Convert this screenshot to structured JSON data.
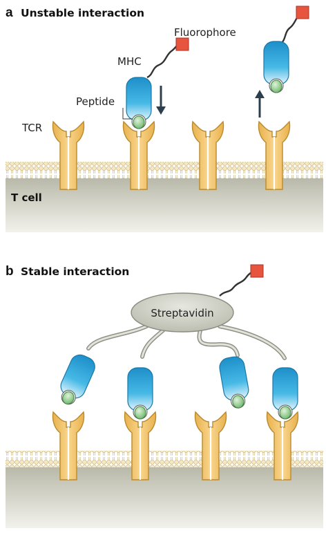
{
  "panel_a": {
    "letter": "a",
    "title": "Unstable interaction",
    "labels": {
      "fluorophore": "Fluorophore",
      "mhc": "MHC",
      "peptide": "Peptide",
      "tcr": "TCR",
      "cell": "T cell"
    }
  },
  "panel_b": {
    "letter": "b",
    "title": "Stable interaction",
    "labels": {
      "streptavidin": "Streptavidin"
    }
  },
  "colors": {
    "mhc_blue": "#2aa6dc",
    "tcr_gold": "#f2c46a",
    "peptide_green": "#8cc98a",
    "fluorophore_red": "#e8553f",
    "cell_grey": "#c9c9bb",
    "streptavidin_grey": "#cfd0c6"
  },
  "icons": [
    "arrow-down-icon",
    "arrow-up-icon"
  ]
}
